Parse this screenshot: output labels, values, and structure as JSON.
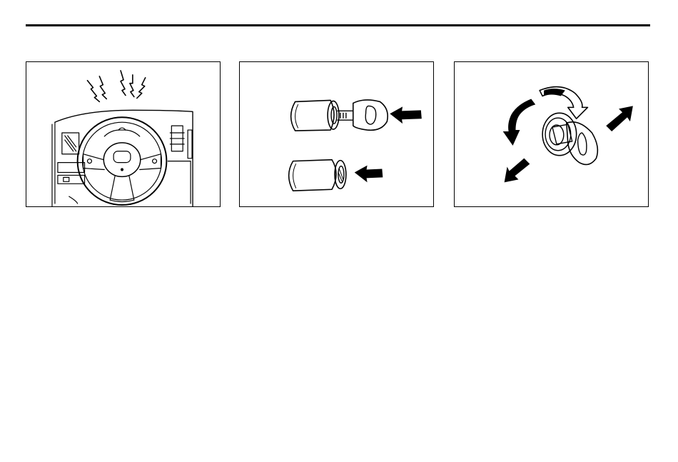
{
  "page": {
    "background": "#ffffff",
    "ink": "#000000"
  },
  "figures": [
    {
      "id": "fig-horn-steering-wheel",
      "icons": [
        "steering-wheel-icon",
        "horn-sound-icon"
      ]
    },
    {
      "id": "fig-key-insert",
      "icons": [
        "key-icon",
        "lock-cylinder-icon",
        "arrow-left-icon"
      ]
    },
    {
      "id": "fig-key-turn",
      "icons": [
        "ignition-key-icon",
        "rotate-arrow-icon",
        "arrow-diagonal-icon"
      ]
    }
  ]
}
